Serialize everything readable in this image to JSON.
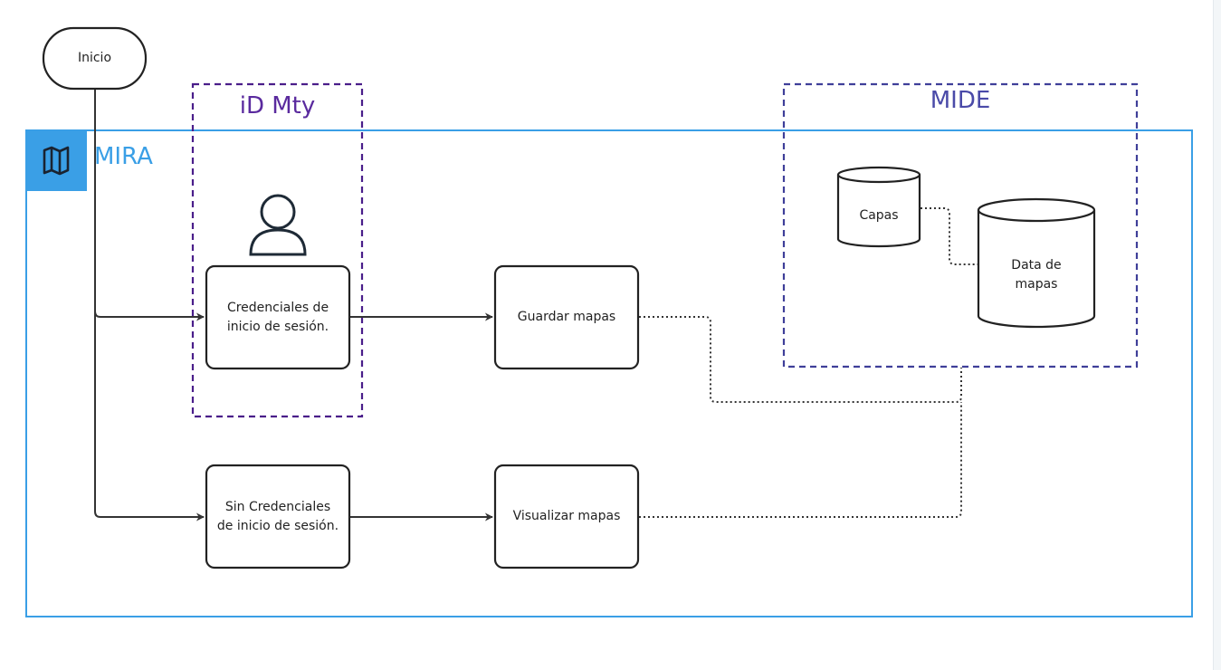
{
  "colors": {
    "mira": "#3a9fe6",
    "id_mty": "#5a2a9e",
    "mide": "#4a4aa8",
    "stroke": "#222222"
  },
  "groups": {
    "mira": {
      "title": "MIRA",
      "icon": "map-icon"
    },
    "id_mty": {
      "title": "iD Mty"
    },
    "mide": {
      "title": "MIDE"
    }
  },
  "nodes": {
    "inicio": "Inicio",
    "credenciales": "Credenciales de inicio de sesión.",
    "sin_credenciales": "Sin Credenciales de inicio de sesión.",
    "guardar": "Guardar mapas",
    "visualizar": "Visualizar mapas",
    "capas": "Capas",
    "data_mapas": "Data de mapas"
  },
  "icons": {
    "user": "user-icon"
  }
}
